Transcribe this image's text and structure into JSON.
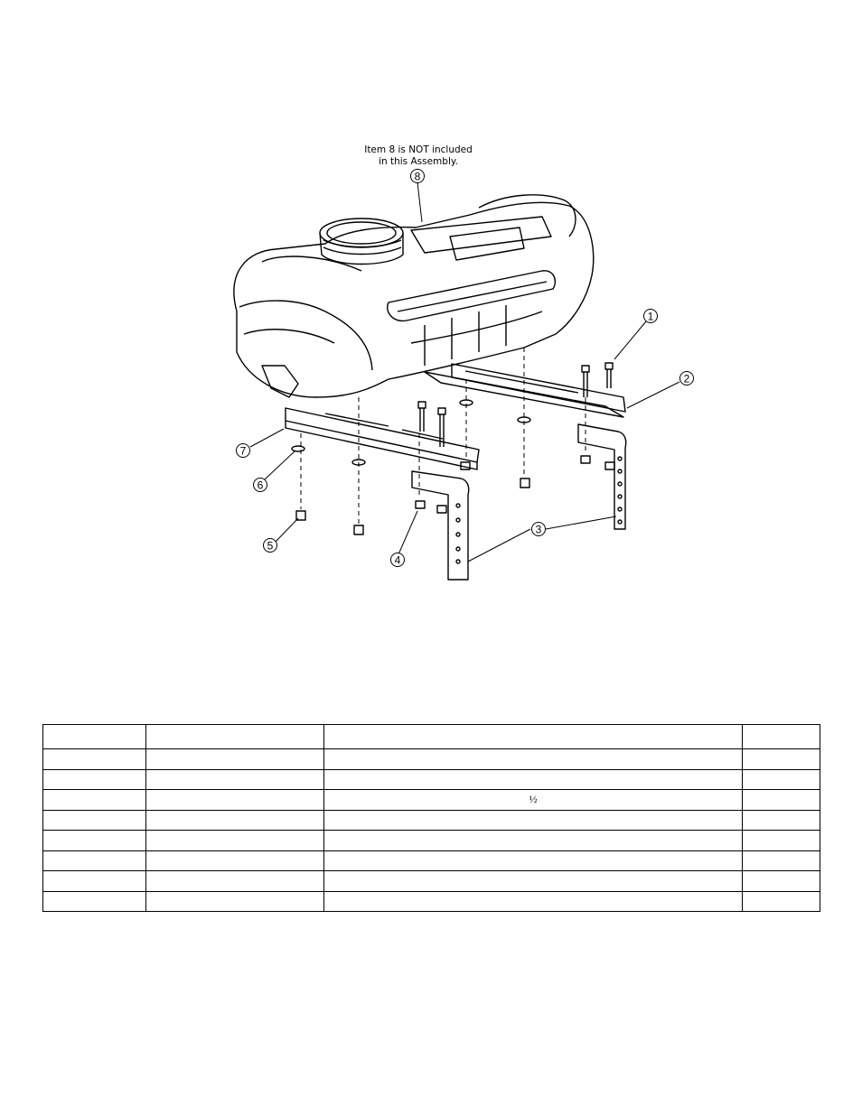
{
  "drawing": {
    "note_line1": "Item 8 is NOT included",
    "note_line2": "in this Assembly.",
    "callouts": [
      "1",
      "2",
      "3",
      "4",
      "5",
      "6",
      "7",
      "8"
    ]
  },
  "parts_table": {
    "rows": [
      [
        "",
        "",
        "",
        ""
      ],
      [
        "",
        "",
        "",
        ""
      ],
      [
        "",
        "",
        "",
        ""
      ],
      [
        "",
        "",
        "½",
        ""
      ],
      [
        "",
        "",
        "",
        ""
      ],
      [
        "",
        "",
        "",
        ""
      ],
      [
        "",
        "",
        "",
        ""
      ],
      [
        "",
        "",
        "",
        ""
      ],
      [
        "",
        "",
        "",
        ""
      ]
    ]
  }
}
